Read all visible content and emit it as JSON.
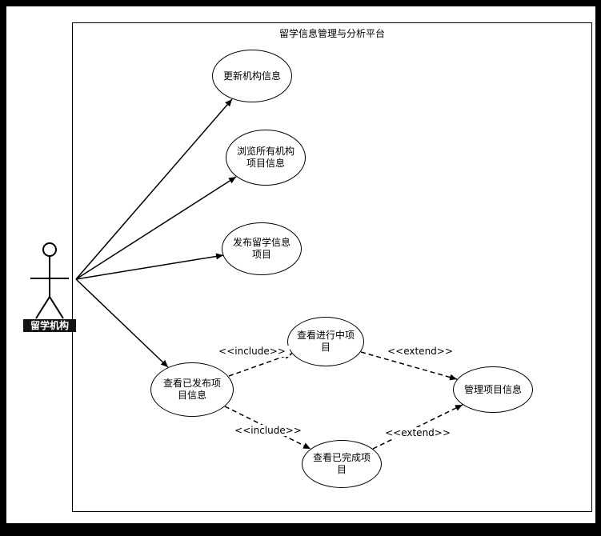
{
  "diagram": {
    "title": "留学信息管理与分析平台",
    "actor": {
      "label": "留学机构"
    },
    "usecases": [
      {
        "id": "update-org-info",
        "label": "更新机构信息"
      },
      {
        "id": "browse-all-org-projects",
        "label": "浏览所有机构项目信息"
      },
      {
        "id": "publish-abroad-project",
        "label": "发布留学信息项目"
      },
      {
        "id": "view-published-projects",
        "label": "查看已发布项目信息"
      },
      {
        "id": "view-ongoing-projects",
        "label": "查看进行中项目"
      },
      {
        "id": "view-finished-projects",
        "label": "查看已完成项目"
      },
      {
        "id": "manage-project-info",
        "label": "管理项目信息"
      }
    ],
    "relations": [
      {
        "type": "include",
        "label": "<<include>>"
      },
      {
        "type": "include",
        "label": "<<include>>"
      },
      {
        "type": "extend",
        "label": "<<extend>>"
      },
      {
        "type": "extend",
        "label": "<<extend>>"
      }
    ]
  }
}
